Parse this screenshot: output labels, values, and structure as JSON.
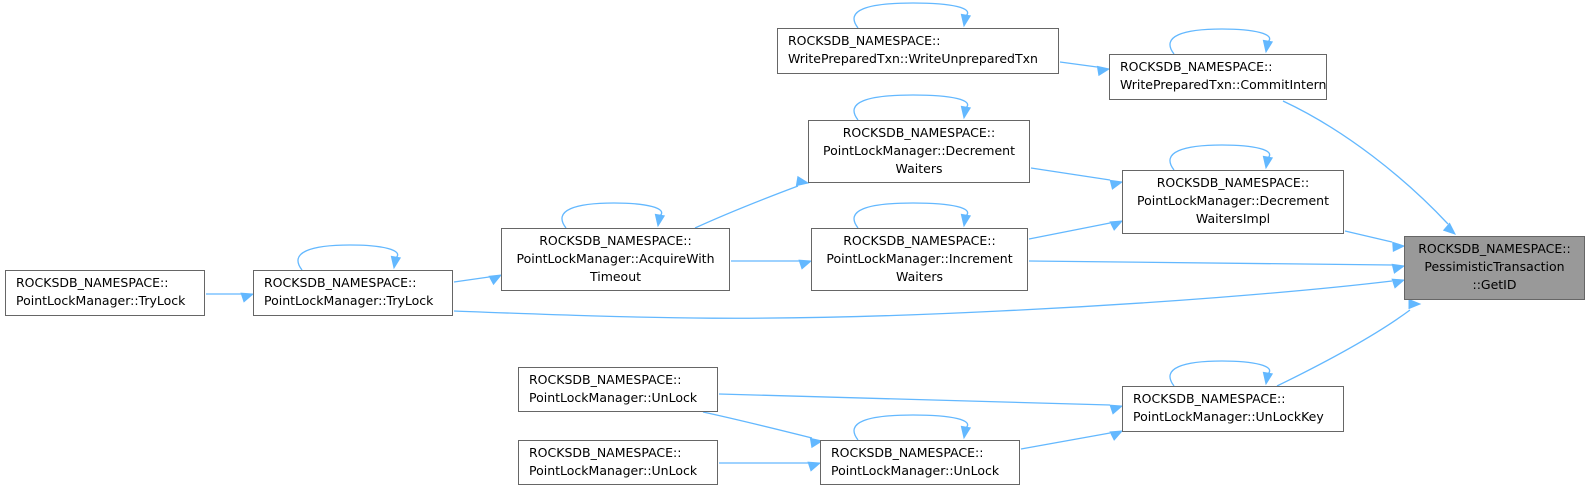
{
  "nodes": {
    "getid": [
      "ROCKSDB_NAMESPACE::",
      "PessimisticTransaction",
      "::GetID"
    ],
    "commit_internal": [
      "ROCKSDB_NAMESPACE::",
      "WritePreparedTxn::CommitInternal"
    ],
    "write_unprepared": [
      "ROCKSDB_NAMESPACE::",
      "WritePreparedTxn::WriteUnpreparedTxn"
    ],
    "decrement_waiters_impl": [
      "ROCKSDB_NAMESPACE::",
      "PointLockManager::Decrement",
      "WaitersImpl"
    ],
    "decrement_waiters": [
      "ROCKSDB_NAMESPACE::",
      "PointLockManager::Decrement",
      "Waiters"
    ],
    "increment_waiters": [
      "ROCKSDB_NAMESPACE::",
      "PointLockManager::Increment",
      "Waiters"
    ],
    "acquire_with_timeout": [
      "ROCKSDB_NAMESPACE::",
      "PointLockManager::AcquireWith",
      "Timeout"
    ],
    "trylock_a": [
      "ROCKSDB_NAMESPACE::",
      "PointLockManager::TryLock"
    ],
    "trylock_b": [
      "ROCKSDB_NAMESPACE::",
      "PointLockManager::TryLock"
    ],
    "unlockkey": [
      "ROCKSDB_NAMESPACE::",
      "PointLockManager::UnLockKey"
    ],
    "unlock_a": [
      "ROCKSDB_NAMESPACE::",
      "PointLockManager::UnLock"
    ],
    "unlock_b": [
      "ROCKSDB_NAMESPACE::",
      "PointLockManager::UnLock"
    ],
    "unlock_c": [
      "ROCKSDB_NAMESPACE::",
      "PointLockManager::UnLock"
    ]
  },
  "edges": [
    [
      "commit_internal",
      "getid"
    ],
    [
      "decrement_waiters_impl",
      "getid"
    ],
    [
      "increment_waiters",
      "getid"
    ],
    [
      "trylock_a",
      "getid"
    ],
    [
      "unlockkey",
      "getid"
    ],
    [
      "write_unprepared",
      "commit_internal"
    ],
    [
      "decrement_waiters",
      "decrement_waiters_impl"
    ],
    [
      "increment_waiters",
      "decrement_waiters_impl"
    ],
    [
      "acquire_with_timeout",
      "decrement_waiters"
    ],
    [
      "acquire_with_timeout",
      "increment_waiters"
    ],
    [
      "trylock_a",
      "acquire_with_timeout"
    ],
    [
      "trylock_b",
      "trylock_a"
    ],
    [
      "unlock_a",
      "unlockkey"
    ],
    [
      "unlock_c",
      "unlockkey"
    ],
    [
      "unlock_a",
      "unlock_c"
    ],
    [
      "unlock_b",
      "unlock_c"
    ]
  ],
  "self_loops": [
    "commit_internal",
    "write_unprepared",
    "decrement_waiters",
    "decrement_waiters_impl",
    "increment_waiters",
    "acquire_with_timeout",
    "trylock_a",
    "unlockkey",
    "unlock_c"
  ],
  "colors": {
    "edge": "#63b8ff",
    "node_border": "#666666",
    "root_fill": "#999999"
  }
}
